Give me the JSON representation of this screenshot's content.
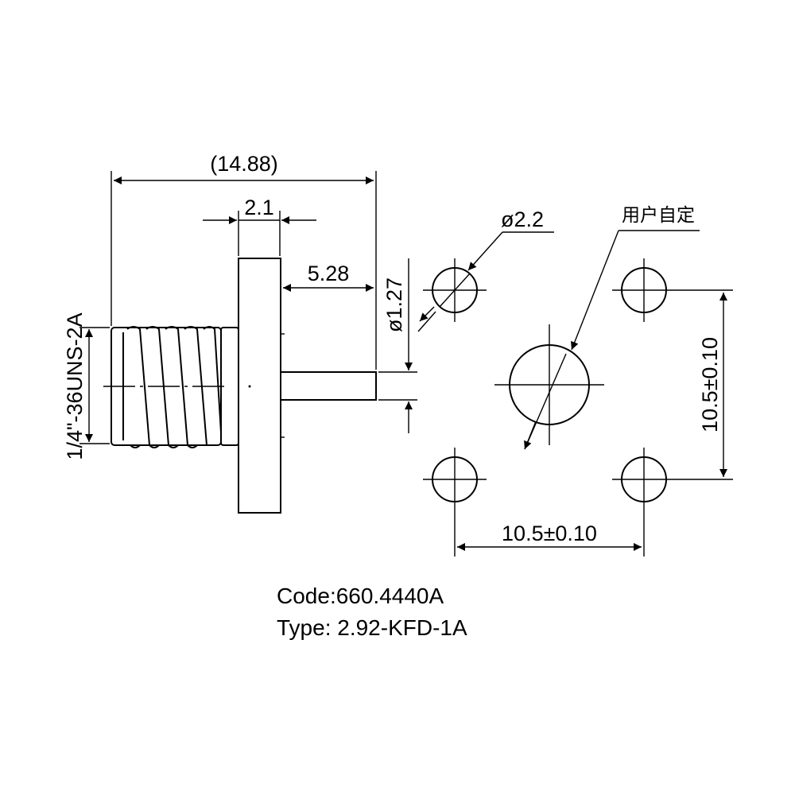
{
  "dimensions": {
    "overall_length": "(14.88)",
    "flange_thickness": "2.1",
    "pin_length": "5.28",
    "pin_diameter": "1.27",
    "hole_diameter": "2.2",
    "hole_spacing_vertical": "10.5±0.10",
    "hole_spacing_horizontal": "10.5±0.10",
    "thread_spec": "1/4\"-36UNS-2A",
    "center_hole_note": "用户自定"
  },
  "symbols": {
    "diameter": "ø"
  },
  "caption": {
    "code": "Code:660.4440A",
    "type": "Type: 2.92-KFD-1A"
  }
}
